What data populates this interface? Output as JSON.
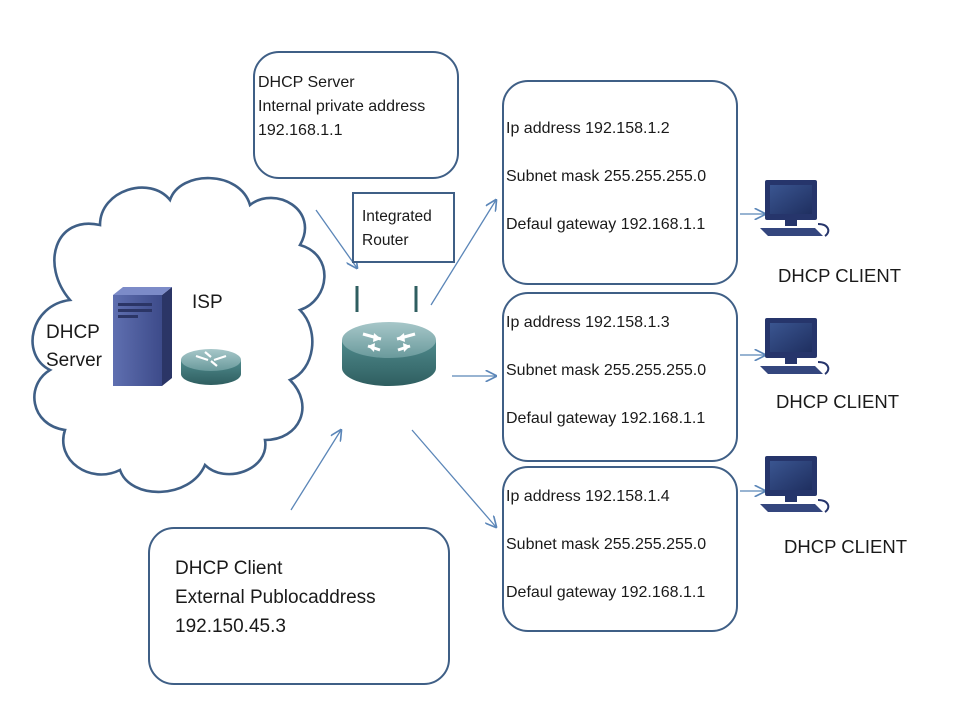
{
  "server_box": {
    "lines": [
      "DHCP Server",
      "Internal private address",
      "192.168.1.1"
    ]
  },
  "router_label": {
    "lines": [
      "Integrated",
      "Router"
    ]
  },
  "client_box": {
    "lines": [
      "DHCP Client",
      "External Publocaddress",
      "192.150.45.3"
    ]
  },
  "cloud": {
    "isp_label": "ISP",
    "server_label_lines": [
      "DHCP",
      "Server"
    ]
  },
  "clients": [
    {
      "ip": "Ip address 192.158.1.2",
      "mask": "Subnet mask 255.255.255.0",
      "gateway": "Defaul gateway 192.168.1.1",
      "label": "DHCP CLIENT"
    },
    {
      "ip": "Ip address 192.158.1.3",
      "mask": "Subnet mask 255.255.255.0",
      "gateway": "Defaul gateway 192.168.1.1",
      "label": "DHCP CLIENT"
    },
    {
      "ip": "Ip address 192.158.1.4",
      "mask": "Subnet mask 255.255.255.0",
      "gateway": "Defaul gateway 192.168.1.1",
      "label": "DHCP CLIENT"
    }
  ],
  "colors": {
    "box_border": "#3f5f86",
    "arrow": "#5b86b8",
    "server_body": "#4a5a9c",
    "router_body": "#4a8585"
  }
}
